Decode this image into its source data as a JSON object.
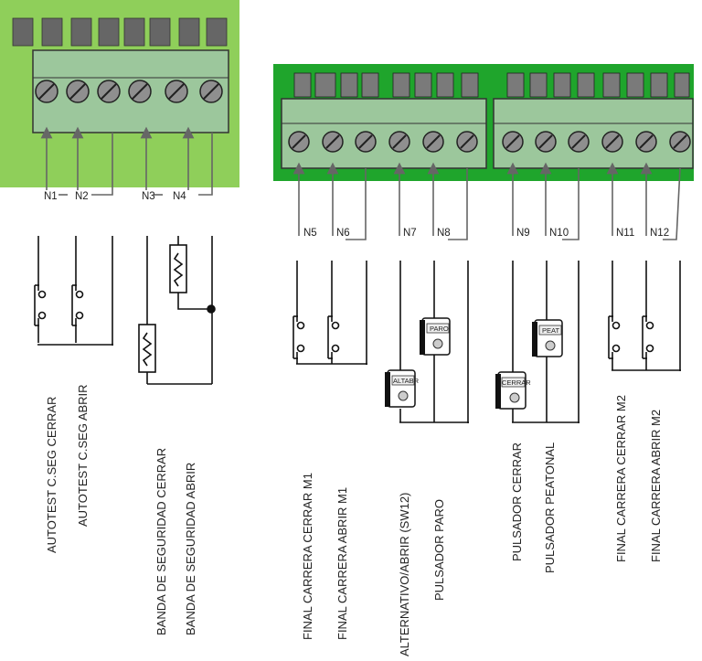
{
  "colors": {
    "board_left": "#8fcf5a",
    "board_right": "#1fa52c",
    "terminal_block": "#9cc79c",
    "screw": "#8f8f8f"
  },
  "left_board": {
    "inputs": [
      "N1",
      "N2",
      "N3",
      "N4"
    ],
    "labels": [
      "AUTOTEST C.SEG CERRAR",
      "AUTOTEST C.SEG ABRIR",
      "BANDA DE SEGURIDAD CERRAR",
      "BANDA DE SEGURIDAD ABRIR"
    ]
  },
  "right_board": {
    "inputs": [
      "N5",
      "N6",
      "N7",
      "N8",
      "N9",
      "N10",
      "N11",
      "N12"
    ],
    "buttons": {
      "paro": "PARO",
      "altabr": "ALTABR",
      "peat": "PEAT",
      "cerrar": "CERRAR"
    },
    "labels": [
      "FINAL CARRERA CERRAR M1",
      "FINAL CARRERA  ABRIR M1",
      "ALTERNATIVO/ABRIR (SW12)",
      "PULSADOR PARO",
      "PULSADOR CERRAR",
      "PULSADOR PEATONAL",
      "FINAL CARRERA CERRAR M2",
      "FINAL CARRERA  ABRIR M2"
    ]
  }
}
